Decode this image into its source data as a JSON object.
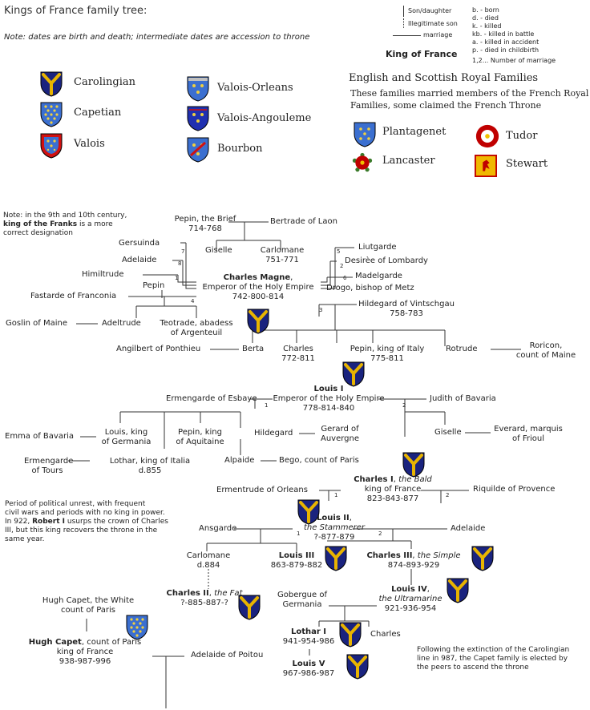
{
  "header": {
    "title": "Kings of France family tree:",
    "note": "Note: dates are birth and death; intermediate dates are accession to throne"
  },
  "key": {
    "son_daughter": "Son/daughter",
    "illegitimate": "Illegitimate son",
    "marriage": "marriage",
    "king": "King of France",
    "born": "b. - born",
    "died": "d. - died",
    "killed": "k. - killed",
    "kb": "kb. - killed in battle",
    "acc": "a. - killed in accident",
    "child": "p. - died in childbirth",
    "num": "1,2... Number of marriage"
  },
  "houses": {
    "carolingian": "Carolingian",
    "capetian": "Capetian",
    "valois": "Valois",
    "valois_orleans": "Valois-Orleans",
    "valois_angouleme": "Valois-Angouleme",
    "bourbon": "Bourbon"
  },
  "english": {
    "heading": "English and Scottish Royal Families",
    "desc1": "These families married members of the French Royal",
    "desc2": "Families, some claimed the French Throne",
    "plantagenet": "Plantagenet",
    "tudor": "Tudor",
    "lancaster": "Lancaster",
    "stewart": "Stewart"
  },
  "note9": {
    "l1": "Note: in the 9th and 10th century,",
    "l2": "king of the Franks",
    "l2b": " is a more",
    "l3": "correct designation"
  },
  "people": {
    "pepin_brief_1": "Pepin, the Brief",
    "pepin_brief_2": "714-768",
    "bertrade": "Bertrade of Laon",
    "giselle": "Giselle",
    "carlomane_1": "Carlomane",
    "carlomane_2": "751-771",
    "gersuinda": "Gersuinda",
    "adelaide_a": "Adelaide",
    "himiltrude": "Himiltrude",
    "pepin_h": "Pepin",
    "fastarde": "Fastarde of Franconia",
    "liutgarde": "Liutgarde",
    "desiree": "Desirèe of Lombardy",
    "madelgarde": "Madelgarde",
    "drogo": "Drogo, bishop of Metz",
    "charles_magne_1": "Charles Magne",
    "charles_magne_1b": ",",
    "charles_magne_2": "Emperor of the Holy Empire",
    "charles_magne_3": "742-800-814",
    "hildegard": "Hildegard of Vintschgau",
    "hildegard_2": "758-783",
    "goslin": "Goslin of Maine",
    "adeltrude": "Adeltrude",
    "teotrade_1": "Teotrade, abadess",
    "teotrade_2": "of Argenteuil",
    "angilbert": "Angilbert of Ponthieu",
    "berta": "Berta",
    "charles_a_1": "Charles",
    "charles_a_2": "772-811",
    "pepin_italy_1": "Pepin, king of Italy",
    "pepin_italy_2": "775-811",
    "rotrude": "Rotrude",
    "roricon_1": "Roricon,",
    "roricon_2": "count of Maine",
    "louis1_1": "Louis I",
    "louis1_2": "Emperor of the Holy Empire",
    "louis1_3": "778-814-840",
    "ermengarde_e": "Ermengarde of Esbaye",
    "judith": "Judith of Bavaria",
    "emma": "Emma of Bavaria",
    "louis_germ_1": "Louis, king",
    "louis_germ_2": "of Germania",
    "pepin_aq_1": "Pepin, king",
    "pepin_aq_2": "of Aquitaine",
    "hildegard_b": "Hildegard",
    "gerard_1": "Gerard of",
    "gerard_2": "Auvergne",
    "giselle_b": "Giselle",
    "everard_1": "Everard, marquis",
    "everard_2": "of Frioul",
    "ermengarde_t_1": "Ermengarde",
    "ermengarde_t_2": "of Tours",
    "lothar_it_1": "Lothar, king of Italia",
    "lothar_it_2": "d.855",
    "alpaide": "Alpaide",
    "bego": "Bego, count of Paris",
    "ermentrude": "Ermentrude of Orleans",
    "charles1_a": "Charles I",
    "charles1_b": ", ",
    "charles1_c": "the Bald",
    "charles1_2": "king of France",
    "charles1_3": "823-843-877",
    "riquilde": "Riquilde of Provence",
    "louis2_a": "Louis II",
    "louis2_b": ",",
    "louis2_2": "the Stammerer",
    "louis2_3": "?-877-879",
    "ansgarde": "Ansgarde",
    "adelaide_b": "Adelaide",
    "carlomane_b_1": "Carlomane",
    "carlomane_b_2": "d.884",
    "louis3_1": "Louis III",
    "louis3_2": "863-879-882",
    "charles3_a": "Charles III",
    "charles3_b": ", ",
    "charles3_c": "the Simple",
    "charles3_2": "874-893-929",
    "charles2_a": "Charles II",
    "charles2_b": ", ",
    "charles2_c": "the Fat",
    "charles2_2": "?-885-887-?",
    "gobergue_1": "Gobergue of",
    "gobergue_2": "Germania",
    "louis4_a": "Louis IV",
    "louis4_b": ",",
    "louis4_2": "the Ultramarine",
    "louis4_3": "921-936-954",
    "lothar1_1": "Lothar I",
    "lothar1_2": "941-954-986",
    "charles_b": "Charles",
    "louis5_1": "Louis V",
    "louis5_2": "967-986-987",
    "hugh_white_1": "Hugh Capet, the White",
    "hugh_white_2": "count of Paris",
    "hugh_1": "Hugh Capet",
    "hugh_1b": ", count of Paris",
    "hugh_2": "king of France",
    "hugh_3": "938-987-996",
    "adelaide_p": "Adelaide of Poitou"
  },
  "notes": {
    "unrest_1": "Period of political unrest, with frequent",
    "unrest_2": "civil wars and periods with no king in power.",
    "unrest_3a": "In 922, ",
    "unrest_3b": "Robert I",
    "unrest_3c": " usurps the crown of Charles",
    "unrest_4": "III, but this king recovers the throne in the",
    "unrest_5": "same year.",
    "ext_1": "Following the extinction of the Carolingian",
    "ext_2": "line in 987, the Capet family is elected by",
    "ext_3": "the peers to ascend the throne"
  },
  "marks": {
    "m1": "1",
    "m2": "2",
    "m3": "3",
    "m4": "4",
    "m5": "5",
    "m6": "6",
    "m7": "7",
    "m8": "8"
  },
  "colors": {
    "carolingian_field": "#1a237e",
    "carolingian_cross": "#e8b400",
    "capetian_field": "#3b6fd0",
    "valois_border": "#d01010",
    "lancaster_rose": "#c00000",
    "stewart_field": "#f0b800",
    "line": "#333333"
  }
}
